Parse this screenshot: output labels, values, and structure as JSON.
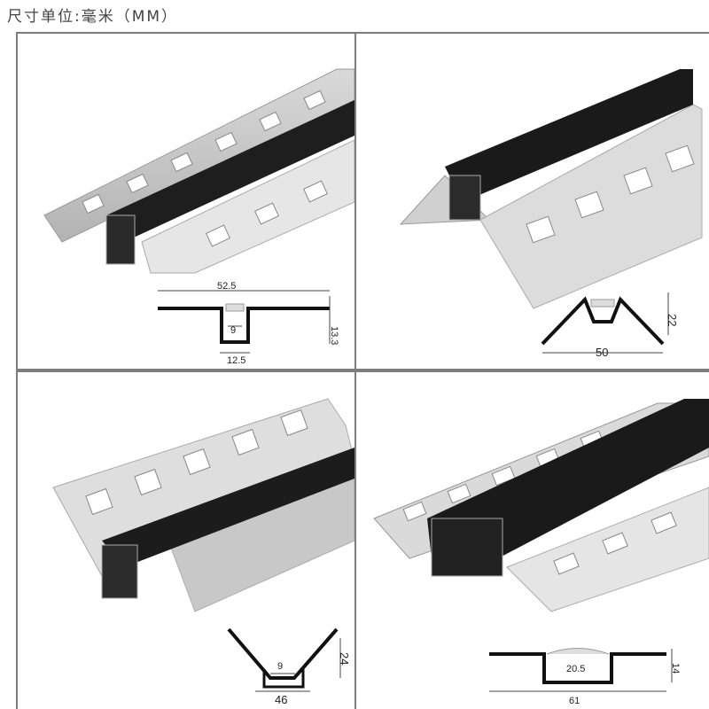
{
  "header": {
    "title": "尺寸单位:毫米（MM）"
  },
  "panels": [
    {
      "id": "tl",
      "dimensions": {
        "width": "52.5",
        "inner": "9",
        "bottom": "12.5",
        "height": "13.3"
      }
    },
    {
      "id": "tr",
      "dimensions": {
        "width": "50",
        "height": "22"
      }
    },
    {
      "id": "bl",
      "dimensions": {
        "inner": "9",
        "width": "46",
        "height": "24"
      }
    },
    {
      "id": "br",
      "dimensions": {
        "inner": "20.5",
        "width": "61",
        "height": "14"
      }
    }
  ]
}
